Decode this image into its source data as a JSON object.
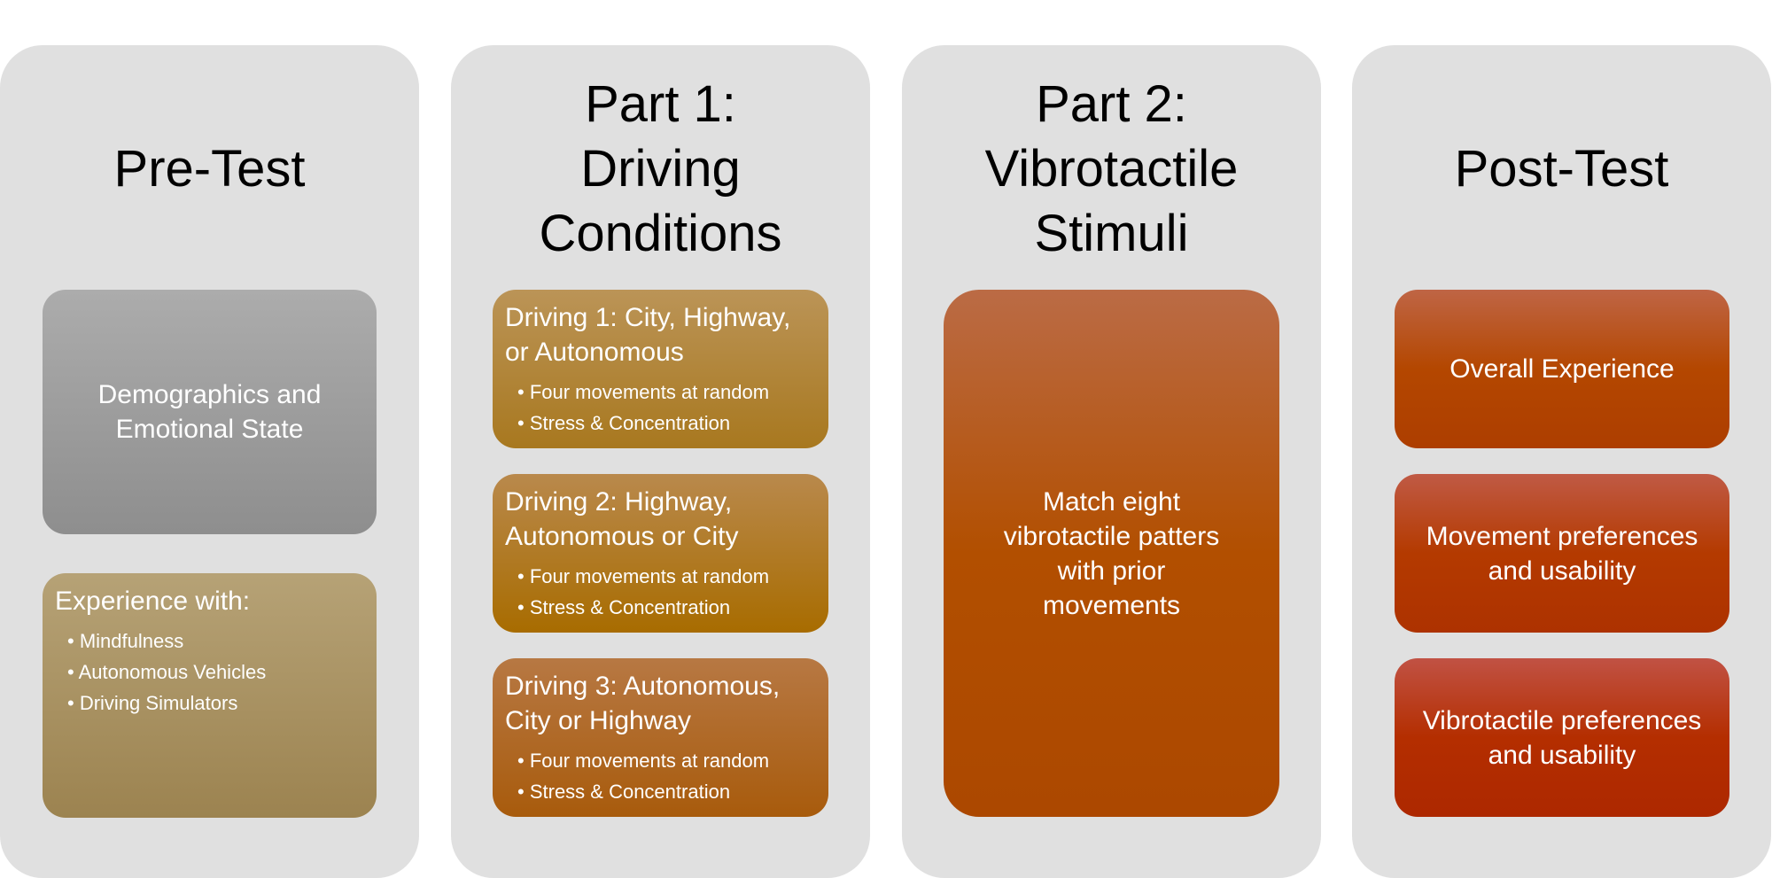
{
  "columns": [
    {
      "title": "Pre-Test",
      "boxes": [
        {
          "text": "Demographics and Emotional State"
        },
        {
          "text": "Experience with:",
          "bullets": [
            "Mindfulness",
            "Autonomous Vehicles",
            "Driving Simulators"
          ]
        }
      ]
    },
    {
      "title_lines": [
        "Part 1:",
        "Driving",
        "Conditions"
      ],
      "boxes": [
        {
          "text": "Driving 1: City, Highway, or Autonomous",
          "bullets": [
            "Four movements at random",
            "Stress & Concentration"
          ]
        },
        {
          "text": "Driving 2: Highway, Autonomous or City",
          "bullets": [
            "Four movements at random",
            "Stress & Concentration"
          ]
        },
        {
          "text": "Driving 3: Autonomous, City or Highway",
          "bullets": [
            "Four movements at random",
            "Stress & Concentration"
          ]
        }
      ]
    },
    {
      "title_lines": [
        "Part 2:",
        "Vibrotactile",
        "Stimuli"
      ],
      "boxes": [
        {
          "text": "Match eight vibrotactile patters with prior movements"
        }
      ]
    },
    {
      "title": "Post-Test",
      "boxes": [
        {
          "text": "Overall Experience"
        },
        {
          "text": "Movement preferences and usability"
        },
        {
          "text": "Vibrotactile preferences and usability"
        }
      ]
    }
  ]
}
